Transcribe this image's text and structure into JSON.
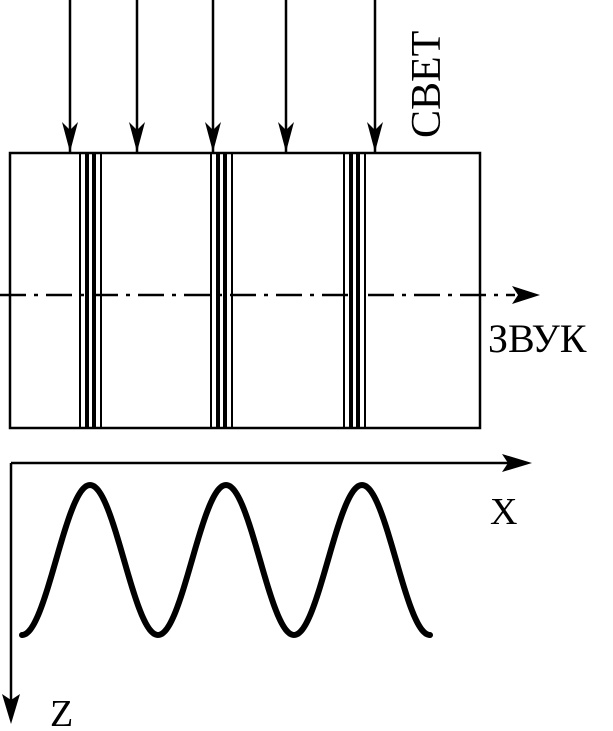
{
  "labels": {
    "light": "СВЕТ",
    "sound": "ЗВУК",
    "x_axis": "X",
    "z_axis": "Z"
  },
  "diagram": {
    "light_ray_count": 5,
    "grating_line_groups": 3,
    "wave_periods": 3
  },
  "colors": {
    "stroke": "#000000",
    "background": "#ffffff"
  }
}
